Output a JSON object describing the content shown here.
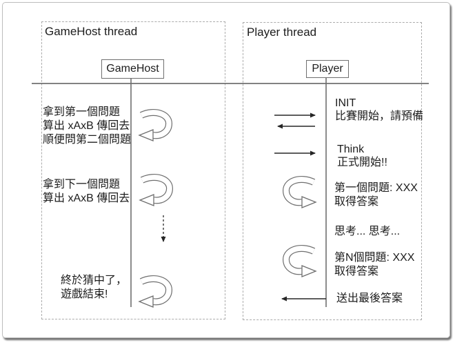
{
  "diagram": {
    "gamehost": {
      "thread_title": "GameHost thread",
      "object_label": "GameHost",
      "notes": [
        {
          "lines": [
            "拿到第一個問題",
            "算出 xAxB 傳回去",
            "順便問第二個問題"
          ]
        },
        {
          "lines": [
            "拿到下一個問題",
            "算出 xAxB 傳回去"
          ]
        },
        {
          "lines": [
            "終於猜中了，",
            "遊戲結束!"
          ]
        }
      ]
    },
    "player": {
      "thread_title": "Player thread",
      "object_label": "Player",
      "notes": [
        {
          "lines": [
            "INIT",
            "比賽開始，請預備"
          ]
        },
        {
          "lines": [
            "Think",
            "正式開始!!"
          ]
        },
        {
          "lines": [
            "第一個問題: XXX",
            "取得答案"
          ]
        },
        {
          "lines": [
            "思考... 思考..."
          ]
        },
        {
          "lines": [
            "第N個問題: XXX",
            "取得答案"
          ]
        },
        {
          "lines": [
            "送出最後答案"
          ]
        }
      ]
    },
    "colors": {
      "rule_line": "#595959",
      "lifeline": "#6e6e6e",
      "arrow": "#262626",
      "dashed_border": "#ababab",
      "loop_outline": "#6e6e6e",
      "text": "#1c1c1c"
    }
  }
}
